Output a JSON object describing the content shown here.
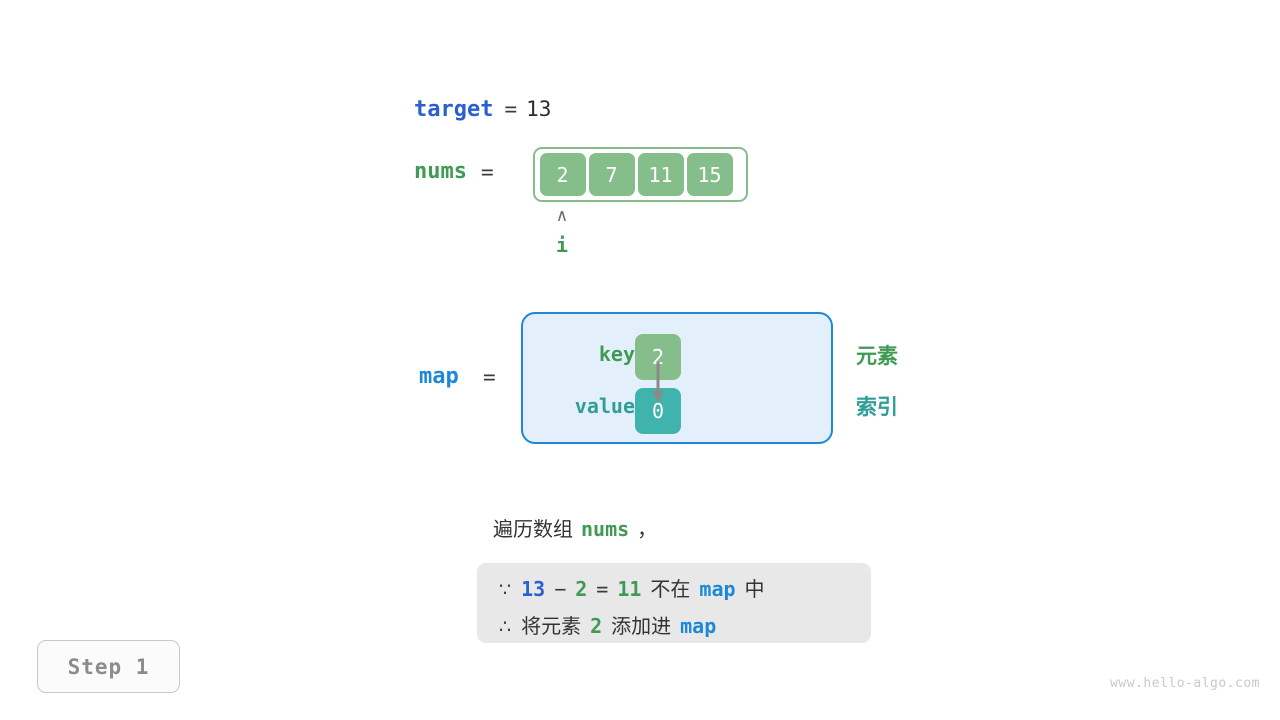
{
  "variables": {
    "target": {
      "name": "target",
      "equals": "=",
      "value": "13"
    },
    "nums": {
      "name": "nums",
      "equals": "=",
      "cells": [
        "2",
        "7",
        "11",
        "15"
      ],
      "pointer": {
        "caret": "∧",
        "label": "i",
        "index": 0
      }
    },
    "map": {
      "name": "map",
      "equals": "=",
      "rows": [
        {
          "label": "key",
          "value": "2"
        },
        {
          "label": "value",
          "value": "0"
        }
      ],
      "annotations": {
        "element": "元素",
        "index": "索引"
      }
    }
  },
  "caption": {
    "prefix": "遍历数组",
    "keyword": "nums",
    "suffix": "，"
  },
  "note": {
    "line1": {
      "symbol": "∵",
      "a": "13",
      "minus": "−",
      "b": "2",
      "eq": "=",
      "result": "11",
      "text_mid": "不在",
      "map": "map",
      "text_end": "中"
    },
    "line2": {
      "symbol": "∴",
      "text_start": "将元素",
      "value": "2",
      "text_mid": "添加进",
      "map": "map"
    }
  },
  "step_badge": "Step 1",
  "footer": "www.hello-algo.com",
  "colors": {
    "green": "#3f9a54",
    "green_fill": "#85be8b",
    "teal": "#2e9e96",
    "teal_fill": "#3eb4ac",
    "blue_dark": "#2a5fd4",
    "blue_light": "#1e88d8",
    "map_bg": "#e3effa",
    "note_bg": "#e8e8e8",
    "gray_text": "#8c8c8c",
    "arrow": "#8a8a8a"
  }
}
